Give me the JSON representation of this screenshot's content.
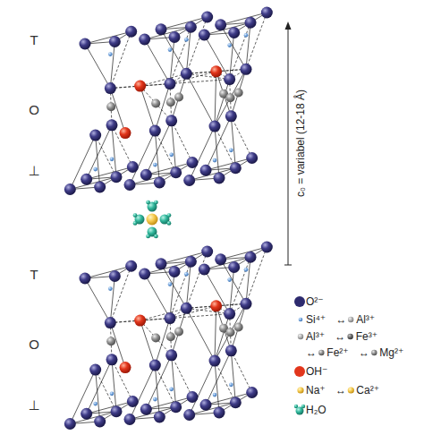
{
  "diagram": {
    "labels": [
      "T",
      "O",
      "⊥",
      "T",
      "O",
      "⊥",
      "c₀ = variabel (12-18 Å)"
    ],
    "legend": [
      {
        "text": "O²⁻",
        "color": "#2d2a6e"
      },
      {
        "text": "Si⁴⁺ ↔ Al³⁺"
      },
      {
        "text": "Al³⁺ ↔ Fe³⁺"
      },
      {
        "text": "↔ Fe²⁺ ↔ Mg²⁺"
      },
      {
        "text": "OH⁻",
        "color": "#e2361c"
      },
      {
        "text": "Na⁺ ↔ Ca²⁺"
      },
      {
        "text": "H₂O"
      }
    ]
  }
}
